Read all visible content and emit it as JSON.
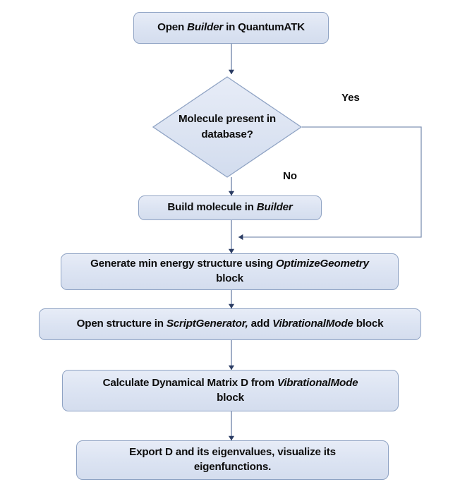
{
  "diagram": {
    "type": "flowchart",
    "title": "QuantumATK vibrational mode workflow",
    "colors": {
      "node_fill": "#dbe3f2",
      "node_border": "#8fa3c4",
      "connector": "#8093b4",
      "arrowhead": "#2b3c63",
      "text": "#0d0d0d",
      "background": "#ffffff"
    },
    "nodes": [
      {
        "id": "open-builder",
        "shape": "rounded-rect",
        "lines": [
          [
            {
              "t": "Open ",
              "i": false
            },
            {
              "t": "Builder",
              "i": true
            },
            {
              "t": " in QuantumATK",
              "i": false
            }
          ]
        ],
        "plain": "Open Builder in QuantumATK"
      },
      {
        "id": "molecule-in-database",
        "shape": "diamond",
        "lines": [
          [
            {
              "t": "Molecule",
              "i": false
            }
          ],
          [
            {
              "t": "present in",
              "i": false
            }
          ],
          [
            {
              "t": "database?",
              "i": false
            }
          ]
        ],
        "plain": "Molecule present in database?"
      },
      {
        "id": "build-molecule",
        "shape": "rounded-rect",
        "lines": [
          [
            {
              "t": "Build molecule in ",
              "i": false
            },
            {
              "t": "Builder",
              "i": true
            }
          ]
        ],
        "plain": "Build molecule in Builder"
      },
      {
        "id": "generate-min-energy",
        "shape": "rounded-rect",
        "lines": [
          [
            {
              "t": "Generate min energy structure using ",
              "i": false
            },
            {
              "t": "OptimizeGeometry",
              "i": true
            }
          ],
          [
            {
              "t": "block",
              "i": false
            }
          ]
        ],
        "plain": "Generate min energy structure using OptimizeGeometry block"
      },
      {
        "id": "open-scriptgenerator",
        "shape": "rounded-rect",
        "lines": [
          [
            {
              "t": "Open structure in ",
              "i": false
            },
            {
              "t": "ScriptGenerator,",
              "i": true
            },
            {
              "t": " add ",
              "i": false
            },
            {
              "t": "VibrationalMode",
              "i": true
            },
            {
              "t": " block",
              "i": false
            }
          ]
        ],
        "plain": "Open structure in ScriptGenerator, add VibrationalMode block"
      },
      {
        "id": "calculate-dynamical-matrix",
        "shape": "rounded-rect",
        "lines": [
          [
            {
              "t": "Calculate Dynamical Matrix D from ",
              "i": false
            },
            {
              "t": "VibrationalMode",
              "i": true
            }
          ],
          [
            {
              "t": "block",
              "i": false
            }
          ]
        ],
        "plain": "Calculate Dynamical Matrix D from VibrationalMode block"
      },
      {
        "id": "export-eigenvalues",
        "shape": "rounded-rect",
        "lines": [
          [
            {
              "t": "Export D and its eigenvalues, visualize its",
              "i": false
            }
          ],
          [
            {
              "t": "eigenfunctions.",
              "i": false
            }
          ]
        ],
        "plain": "Export D and its eigenvalues, visualize its eigenfunctions."
      }
    ],
    "edge_labels": [
      {
        "id": "yes-label",
        "text": "Yes"
      },
      {
        "id": "no-label",
        "text": "No"
      }
    ]
  }
}
